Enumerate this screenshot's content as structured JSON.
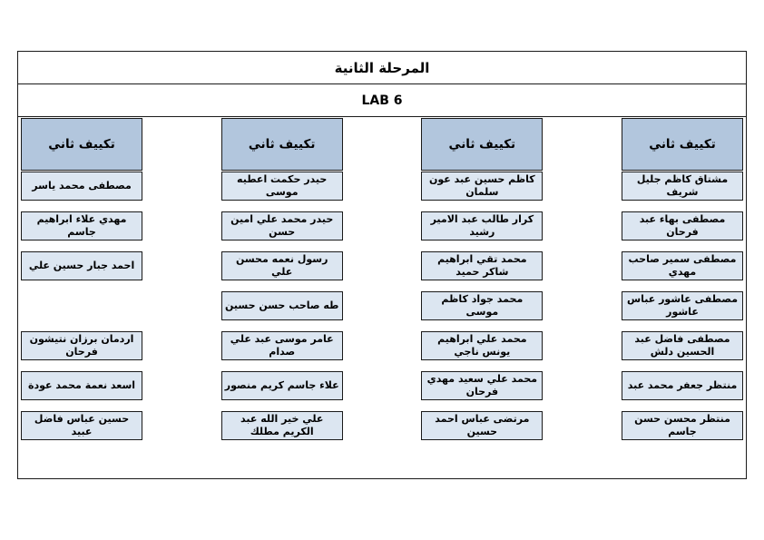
{
  "document": {
    "title": "المرحلة الثانية",
    "subtitle": "LAB 6",
    "colors": {
      "header_fill": "#b2c6dd",
      "cell_fill": "#dce6f1",
      "border": "#1a1a1a",
      "page_background": "#ffffff"
    }
  },
  "columns": [
    {
      "header": "تكييف ثاني",
      "cells": [
        "مشتاق كاظم جليل شريف",
        "مصطفى بهاء عبد فرحان",
        "مصطفى سمير صاحب مهدي",
        "مصطفى عاشور عباس عاشور",
        "مصطفى فاضل عبد الحسين دلش",
        "منتظر جعفر محمد عبد",
        "منتظر محسن حسن جاسم"
      ]
    },
    {
      "header": "تكييف ثاني",
      "cells": [
        "كاظم حسين عبد عون سلمان",
        "كرار طالب عبد الامير رشيد",
        "محمد تقي ابراهيم شاكر حميد",
        "محمد جواد كاظم موسى",
        "محمد علي ابراهيم يونس ناجي",
        "محمد علي سعيد مهدي فرحان",
        "مرتضى عباس احمد حسين"
      ]
    },
    {
      "header": "تكييف ثاني",
      "cells": [
        "حيدر حكمت اعطيه موسى",
        "حيدر محمد علي امين حسن",
        "رسول نعمه محسن علي",
        "طه صاحب حسن حسين",
        "عامر موسى عبد علي صدام",
        "علاء جاسم كريم منصور",
        "علي خير الله عبد الكريم مطلك"
      ]
    },
    {
      "header": "تكييف ثاني",
      "cells": [
        "مصطفى محمد ياسر",
        "مهدي علاء ابراهيم جاسم",
        "احمد جبار حسين علي",
        "",
        "اردمان برزان نتيشون فرحان",
        "اسعد نعمة محمد عودة",
        "حسين عباس فاضل عبيد"
      ]
    }
  ]
}
